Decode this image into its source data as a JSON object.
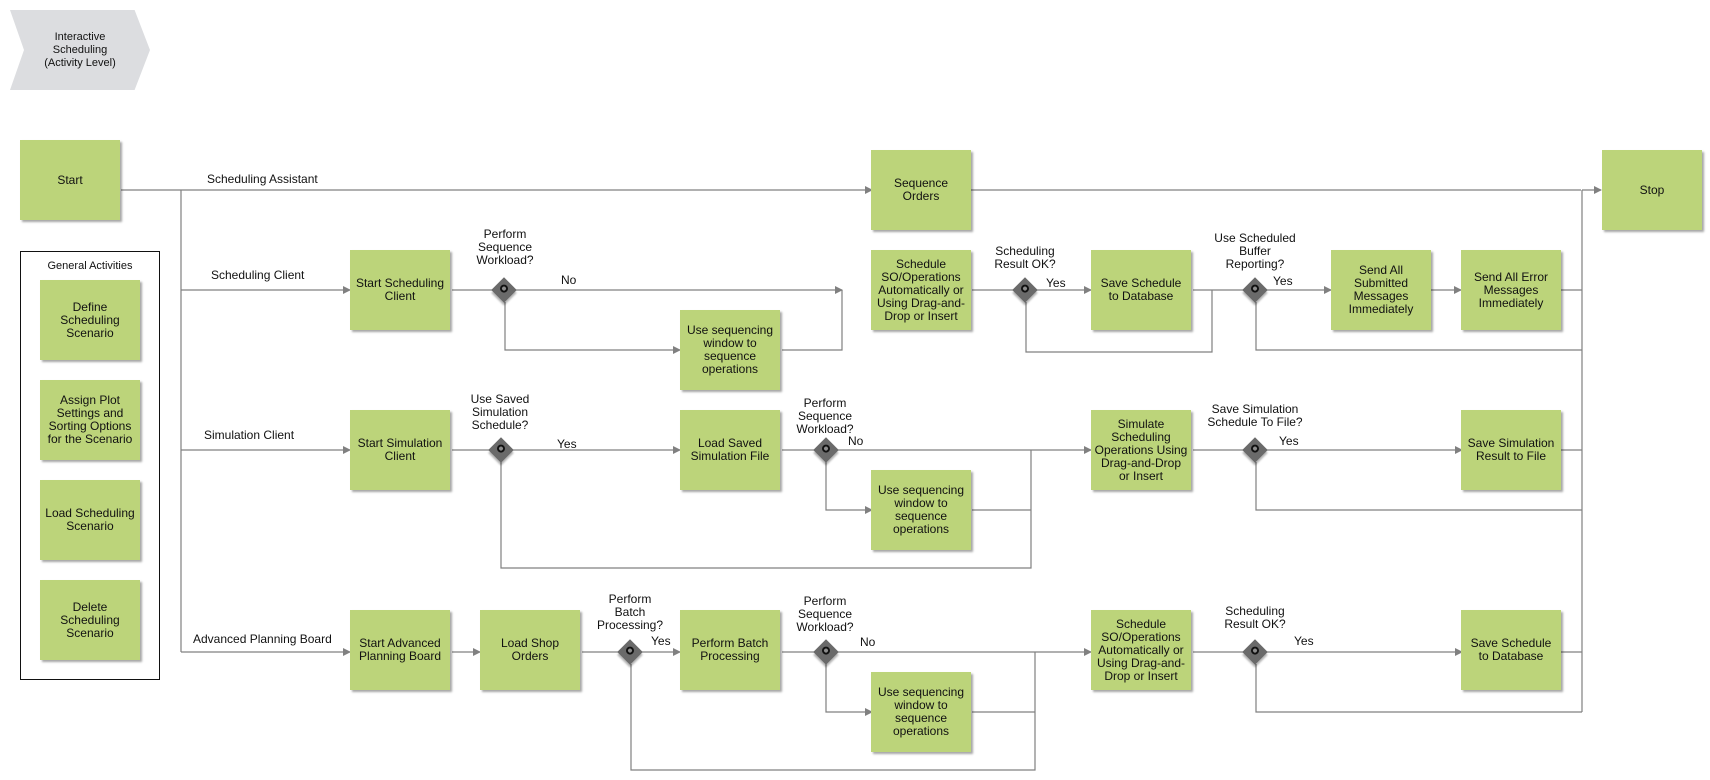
{
  "header": {
    "process_title": "Interactive\nScheduling\n(Activity Level)"
  },
  "legend": {
    "title": "General Activities",
    "items": [
      "Define\nScheduling\nScenario",
      "Assign Plot\nSettings and\nSorting Options\nfor the Scenario",
      "Load Scheduling\nScenario",
      "Delete\nScheduling\nScenario"
    ]
  },
  "lanes": [
    "Scheduling Assistant",
    "Scheduling Client",
    "Simulation Client",
    "Advanced Planning Board"
  ],
  "events": {
    "start": "Start",
    "stop": "Stop"
  },
  "activities": {
    "sequence_orders": "Sequence\nOrders",
    "start_scheduling_client": "Start Scheduling\nClient",
    "use_seq_window_1": "Use sequencing\nwindow to\nsequence\noperations",
    "schedule_so_1": "Schedule\nSO/Operations\nAutomatically or\nUsing Drag-and-\nDrop or Insert",
    "save_schedule_db_1": "Save Schedule\nto Database",
    "send_submitted": "Send All\nSubmitted\nMessages\nImmediately",
    "send_error": "Send All Error\nMessages\nImmediately",
    "start_simulation_client": "Start Simulation\nClient",
    "load_saved_sim": "Load Saved\nSimulation File",
    "use_seq_window_2": "Use sequencing\nwindow to\nsequence\noperations",
    "simulate_ops": "Simulate\nScheduling\nOperations Using\nDrag-and-Drop\nor Insert",
    "save_sim_result": "Save Simulation\nResult to File",
    "start_apb": "Start Advanced\nPlanning Board",
    "load_shop_orders": "Load Shop\nOrders",
    "perform_batch": "Perform Batch\nProcessing",
    "use_seq_window_3": "Use sequencing\nwindow to\nsequence\noperations",
    "schedule_so_2": "Schedule\nSO/Operations\nAutomatically or\nUsing Drag-and-\nDrop or Insert",
    "save_schedule_db_2": "Save Schedule\nto Database"
  },
  "gateways": {
    "perform_seq_1": "Perform\nSequence\nWorkload?",
    "sched_result_ok_1": "Scheduling\nResult OK?",
    "use_sched_buffer": "Use Scheduled\nBuffer\nReporting?",
    "use_saved_sim": "Use Saved\nSimulation\nSchedule?",
    "perform_seq_2": "Perform\nSequence\nWorkload?",
    "save_sim_file": "Save Simulation\nSchedule To File?",
    "perform_batch_q": "Perform\nBatch\nProcessing?",
    "perform_seq_3": "Perform\nSequence\nWorkload?",
    "sched_result_ok_2": "Scheduling\nResult OK?"
  },
  "answers": {
    "no_1": "No",
    "yes_1": "Yes",
    "yes_2": "Yes",
    "yes_3": "Yes",
    "no_2": "No",
    "yes_4": "Yes",
    "yes_5": "Yes",
    "no_3": "No",
    "yes_6": "Yes"
  },
  "colors": {
    "activity": "#bcd47a",
    "gateway": "#6a6a6a",
    "connector": "#808080",
    "chevron": "#dcdde0"
  }
}
